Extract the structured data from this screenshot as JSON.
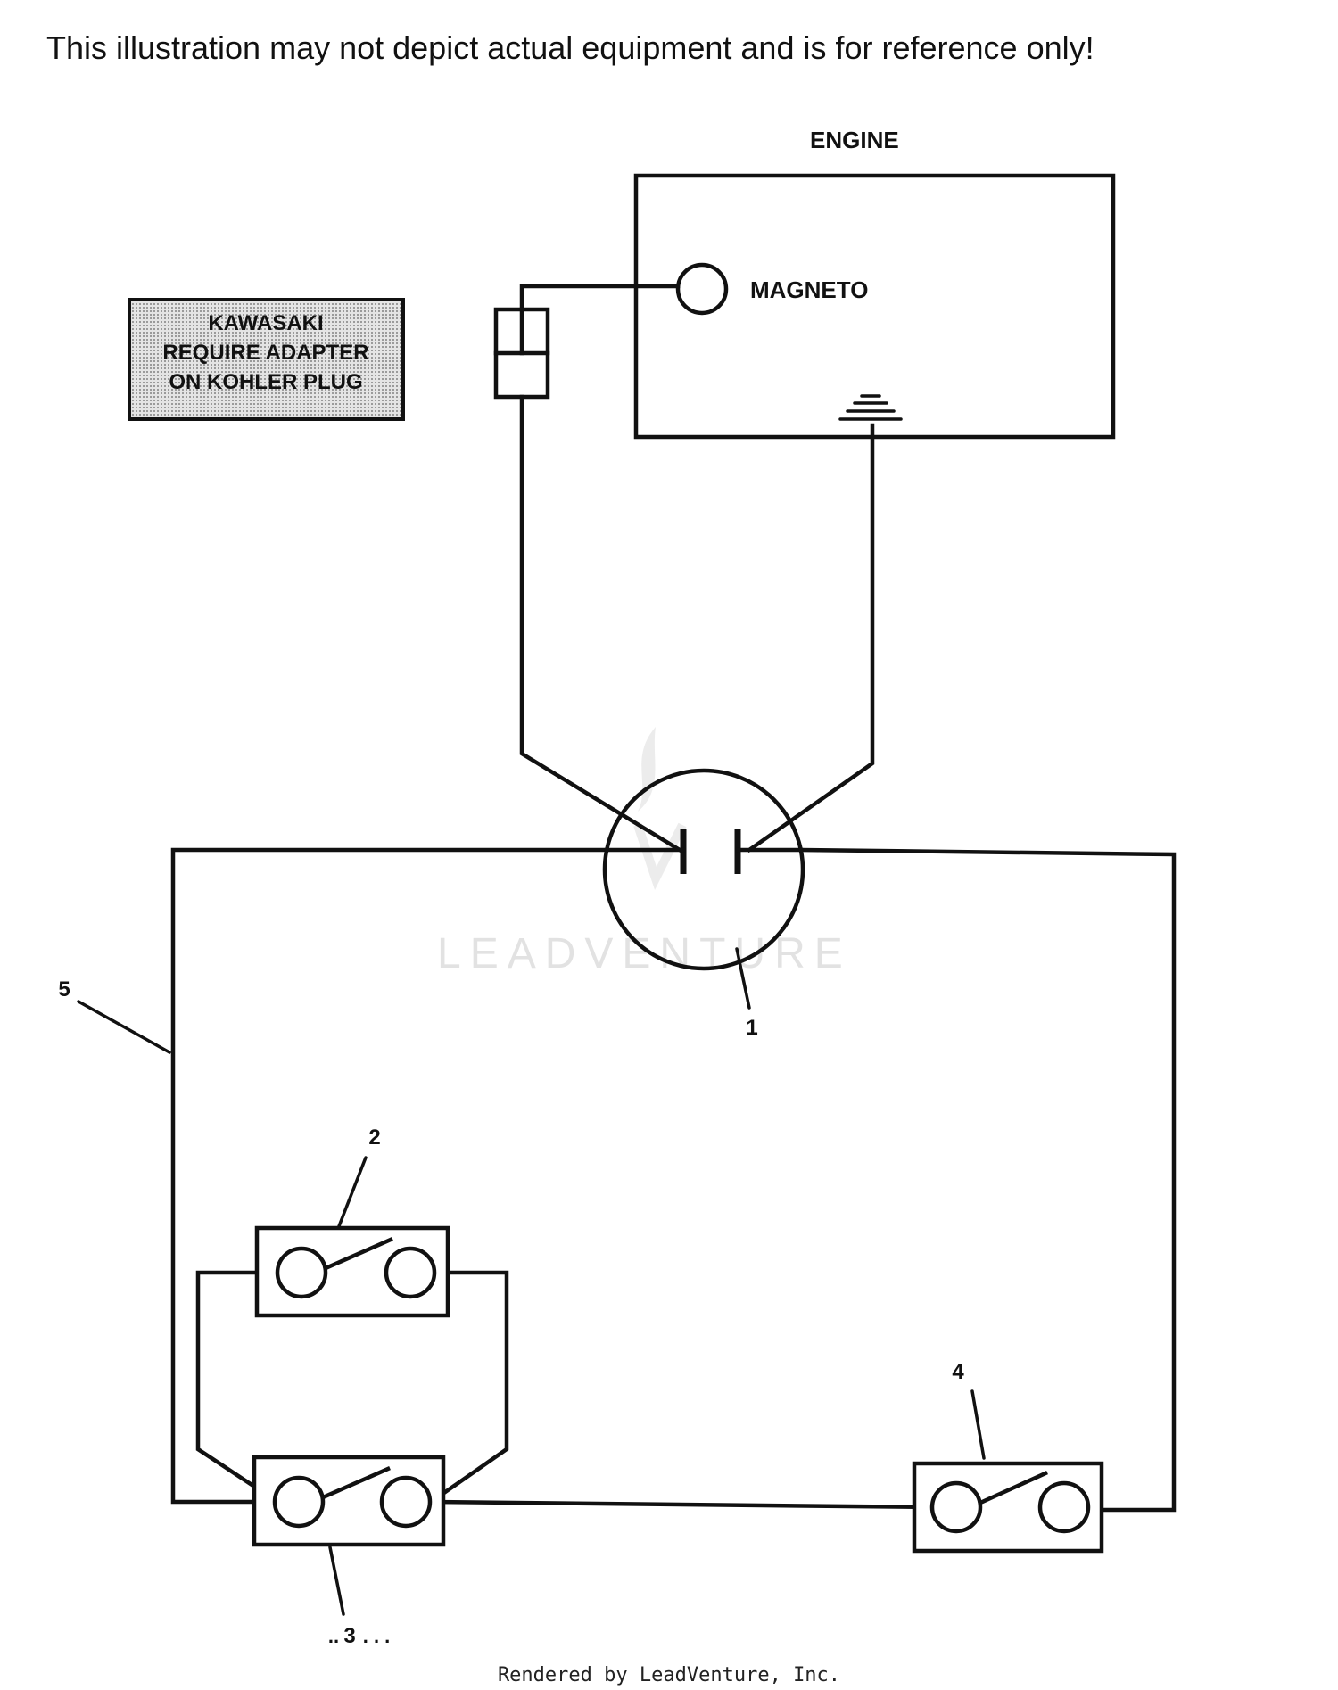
{
  "disclaimer": "This illustration may not depict actual equipment and is for reference only!",
  "labels": {
    "engine": "ENGINE",
    "magneto": "MAGNETO"
  },
  "note": {
    "lines": [
      "KAWASAKI",
      "REQUIRE ADAPTER",
      "ON KOHLER PLUG"
    ]
  },
  "callouts": {
    "c1": "1",
    "c2": "2",
    "c3": "3",
    "c4": "4",
    "c5": "5"
  },
  "watermark": "LEADVENTURE",
  "footer": "Rendered by LeadVenture, Inc.",
  "colors": {
    "line": "#111111",
    "note_fill": "#c9c9c9",
    "watermark": "#e2e2e2"
  }
}
